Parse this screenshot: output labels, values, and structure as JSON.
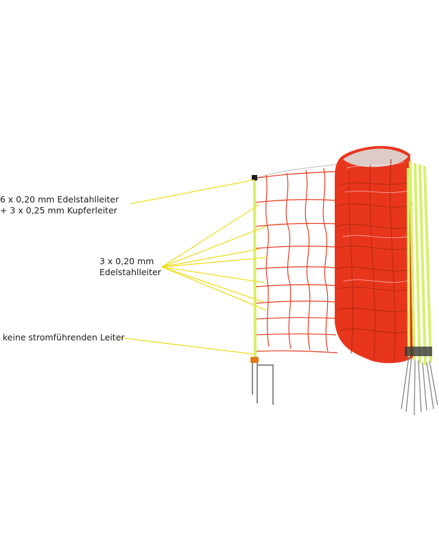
{
  "image": {
    "subject": "Elektrozaunnetz mit Leiterbeschriftung",
    "background_color": "#ffffff",
    "net_color": "#e8361c",
    "post_color": "#d7f06a",
    "callout_line_color": "#f2dc1c"
  },
  "callouts": [
    {
      "id": "top",
      "lines": [
        "6 x 0,20 mm Edelstahlleiter",
        "+ 3 x 0,25 mm Kupferleiter"
      ]
    },
    {
      "id": "middle",
      "lines": [
        "3 x 0,20 mm",
        "Edelstahlleiter"
      ]
    },
    {
      "id": "bottom",
      "lines": [
        "keine stromführenden Leiter"
      ]
    }
  ]
}
